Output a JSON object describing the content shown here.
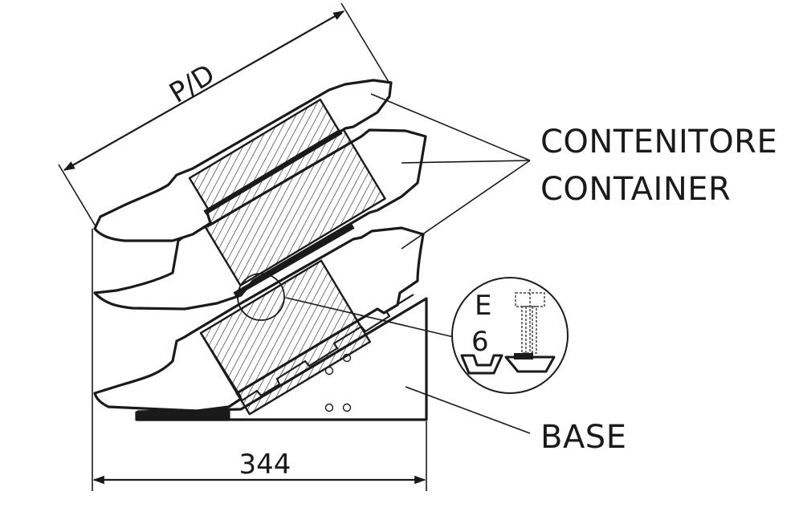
{
  "labels": {
    "dimension_top": "P/D",
    "dimension_bottom": "344",
    "container_it": "CONTENITORE",
    "container_en": "CONTAINER",
    "base": "BASE",
    "detail_letter": "E",
    "detail_number": "6"
  },
  "colors": {
    "ink": "#1a1a1a",
    "background": "#ffffff",
    "detail_dashed": "#444444"
  }
}
